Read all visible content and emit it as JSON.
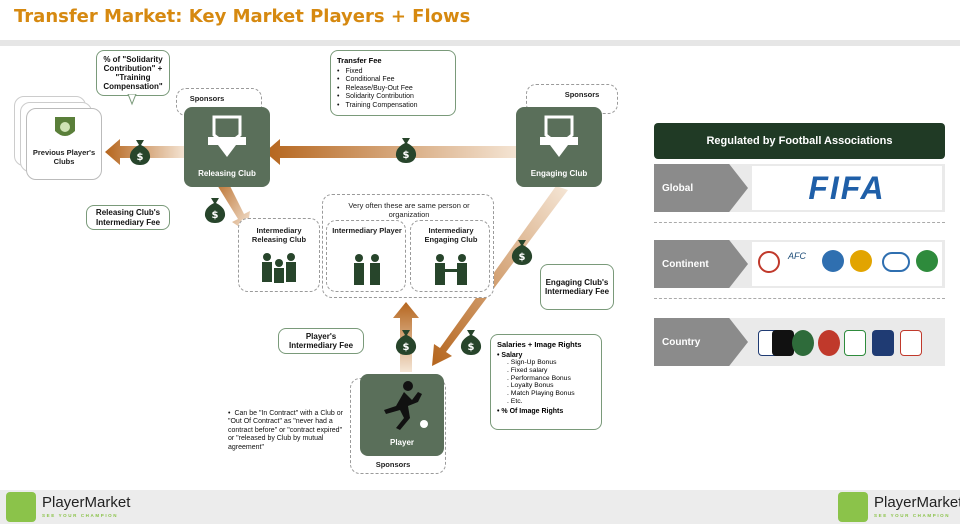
{
  "title": "Transfer Market: Key Market Players + Flows",
  "nodes": {
    "previous_clubs": "Previous Player's Clubs",
    "releasing_club": "Releasing Club",
    "engaging_club": "Engaging Club",
    "player": "Player",
    "sponsors_releasing": "Sponsors",
    "sponsors_engaging": "Sponsors",
    "sponsors_player": "Sponsors",
    "intermediary_releasing": "Intermediary Releasing Club",
    "intermediary_player": "Intermediary Player",
    "intermediary_engaging": "Intermediary Engaging Club",
    "same_person_note": "Very often these are same person or organization"
  },
  "callouts": {
    "solidarity": "% of \"Solidarity Contribution\" + \"Training Compensation\"",
    "releasing_fee": "Releasing Club's Intermediary Fee",
    "player_fee": "Player's Intermediary Fee",
    "engaging_fee": "Engaging Club's Intermediary Fee"
  },
  "transfer_fee": {
    "heading": "Transfer Fee",
    "items": [
      "Fixed",
      "Conditional Fee",
      "Release/Buy-Out Fee",
      "Solidarity Contribution",
      "Training Compensation"
    ]
  },
  "salaries": {
    "heading": "Salaries + Image Rights",
    "salary_label": "Salary",
    "salary_items": [
      "Sign-Up Bonus",
      "Fixed salary",
      "Performance Bonus",
      "Loyalty Bonus",
      "Match Playing Bonus",
      "Etc."
    ],
    "image_rights": "% Of Image Rights"
  },
  "player_note": "Can be \"In Contract\" with a Club or \"Out Of Contract\" as \"never had a contract before\" or \"contract expired\" or \"released by Club by mutual agreement\"",
  "money_symbol": "$",
  "regulation": {
    "title": "Regulated by Football Associations",
    "rows": [
      {
        "label": "Global",
        "content": "FIFA"
      },
      {
        "label": "Continent",
        "logos": [
          "UEFA",
          "AFC",
          "CONMEBOL",
          "CONCACAF",
          "OFC",
          "CAF"
        ]
      },
      {
        "label": "Country",
        "logos": [
          "England",
          "Italy",
          "Germany",
          "Spain",
          "Italia",
          "France",
          "Russia"
        ]
      }
    ]
  },
  "footer": {
    "brand": "PlayerMarket",
    "tagline": "SEE YOUR CHAMPION"
  },
  "colors": {
    "arrow": "#b5651d",
    "title": "#d68910",
    "node_fill": "#5a6f5a",
    "reg_header": "#203a25",
    "fifa_blue": "#1f5fa8"
  }
}
